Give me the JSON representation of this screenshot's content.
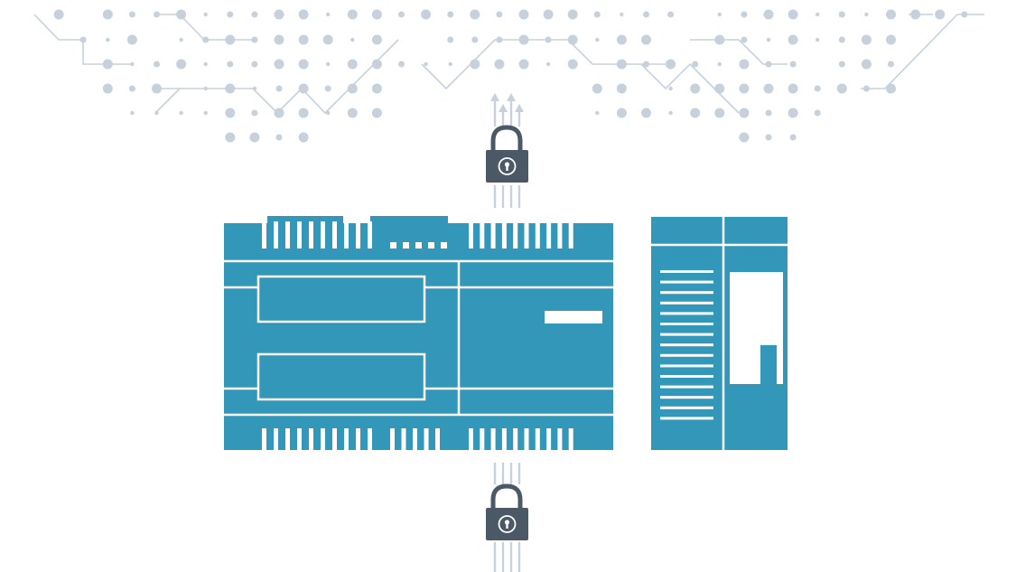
{
  "title": "",
  "colors": {
    "background": "#ffffff",
    "device_blue": "#3397b9",
    "device_line": "#ffffff",
    "lock_body": "#4b5966",
    "lock_shackle": "#4b5966",
    "lock_key": "#ffffff",
    "network_dot": "#c6d1dc",
    "network_line": "#c6d1dc",
    "flow_line": "#c6d1dc"
  },
  "icons": {
    "top_lock": "padlock-icon",
    "bottom_lock": "padlock-icon",
    "upload_arrows": "arrow-up-icon",
    "network": "circuit-network-pattern",
    "controller": "plc-controller-module",
    "io_module": "io-expansion-module"
  }
}
